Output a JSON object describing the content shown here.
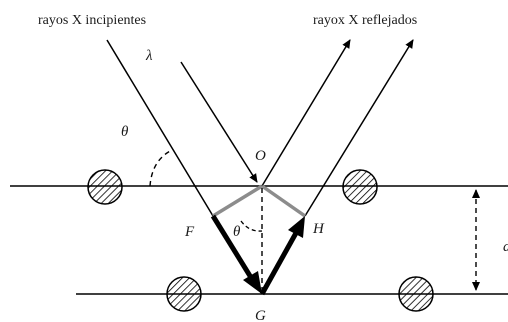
{
  "labels": {
    "incident": "rayos X incipientes",
    "reflected": "rayox X reflejados",
    "lambda": "λ",
    "theta_top": "θ",
    "theta_mid": "θ",
    "point_o": "O",
    "point_f": "F",
    "point_h": "H",
    "point_g": "G",
    "spacing": "d"
  },
  "colors": {
    "line": "#000000",
    "path_difference": "#8c8c8c"
  }
}
